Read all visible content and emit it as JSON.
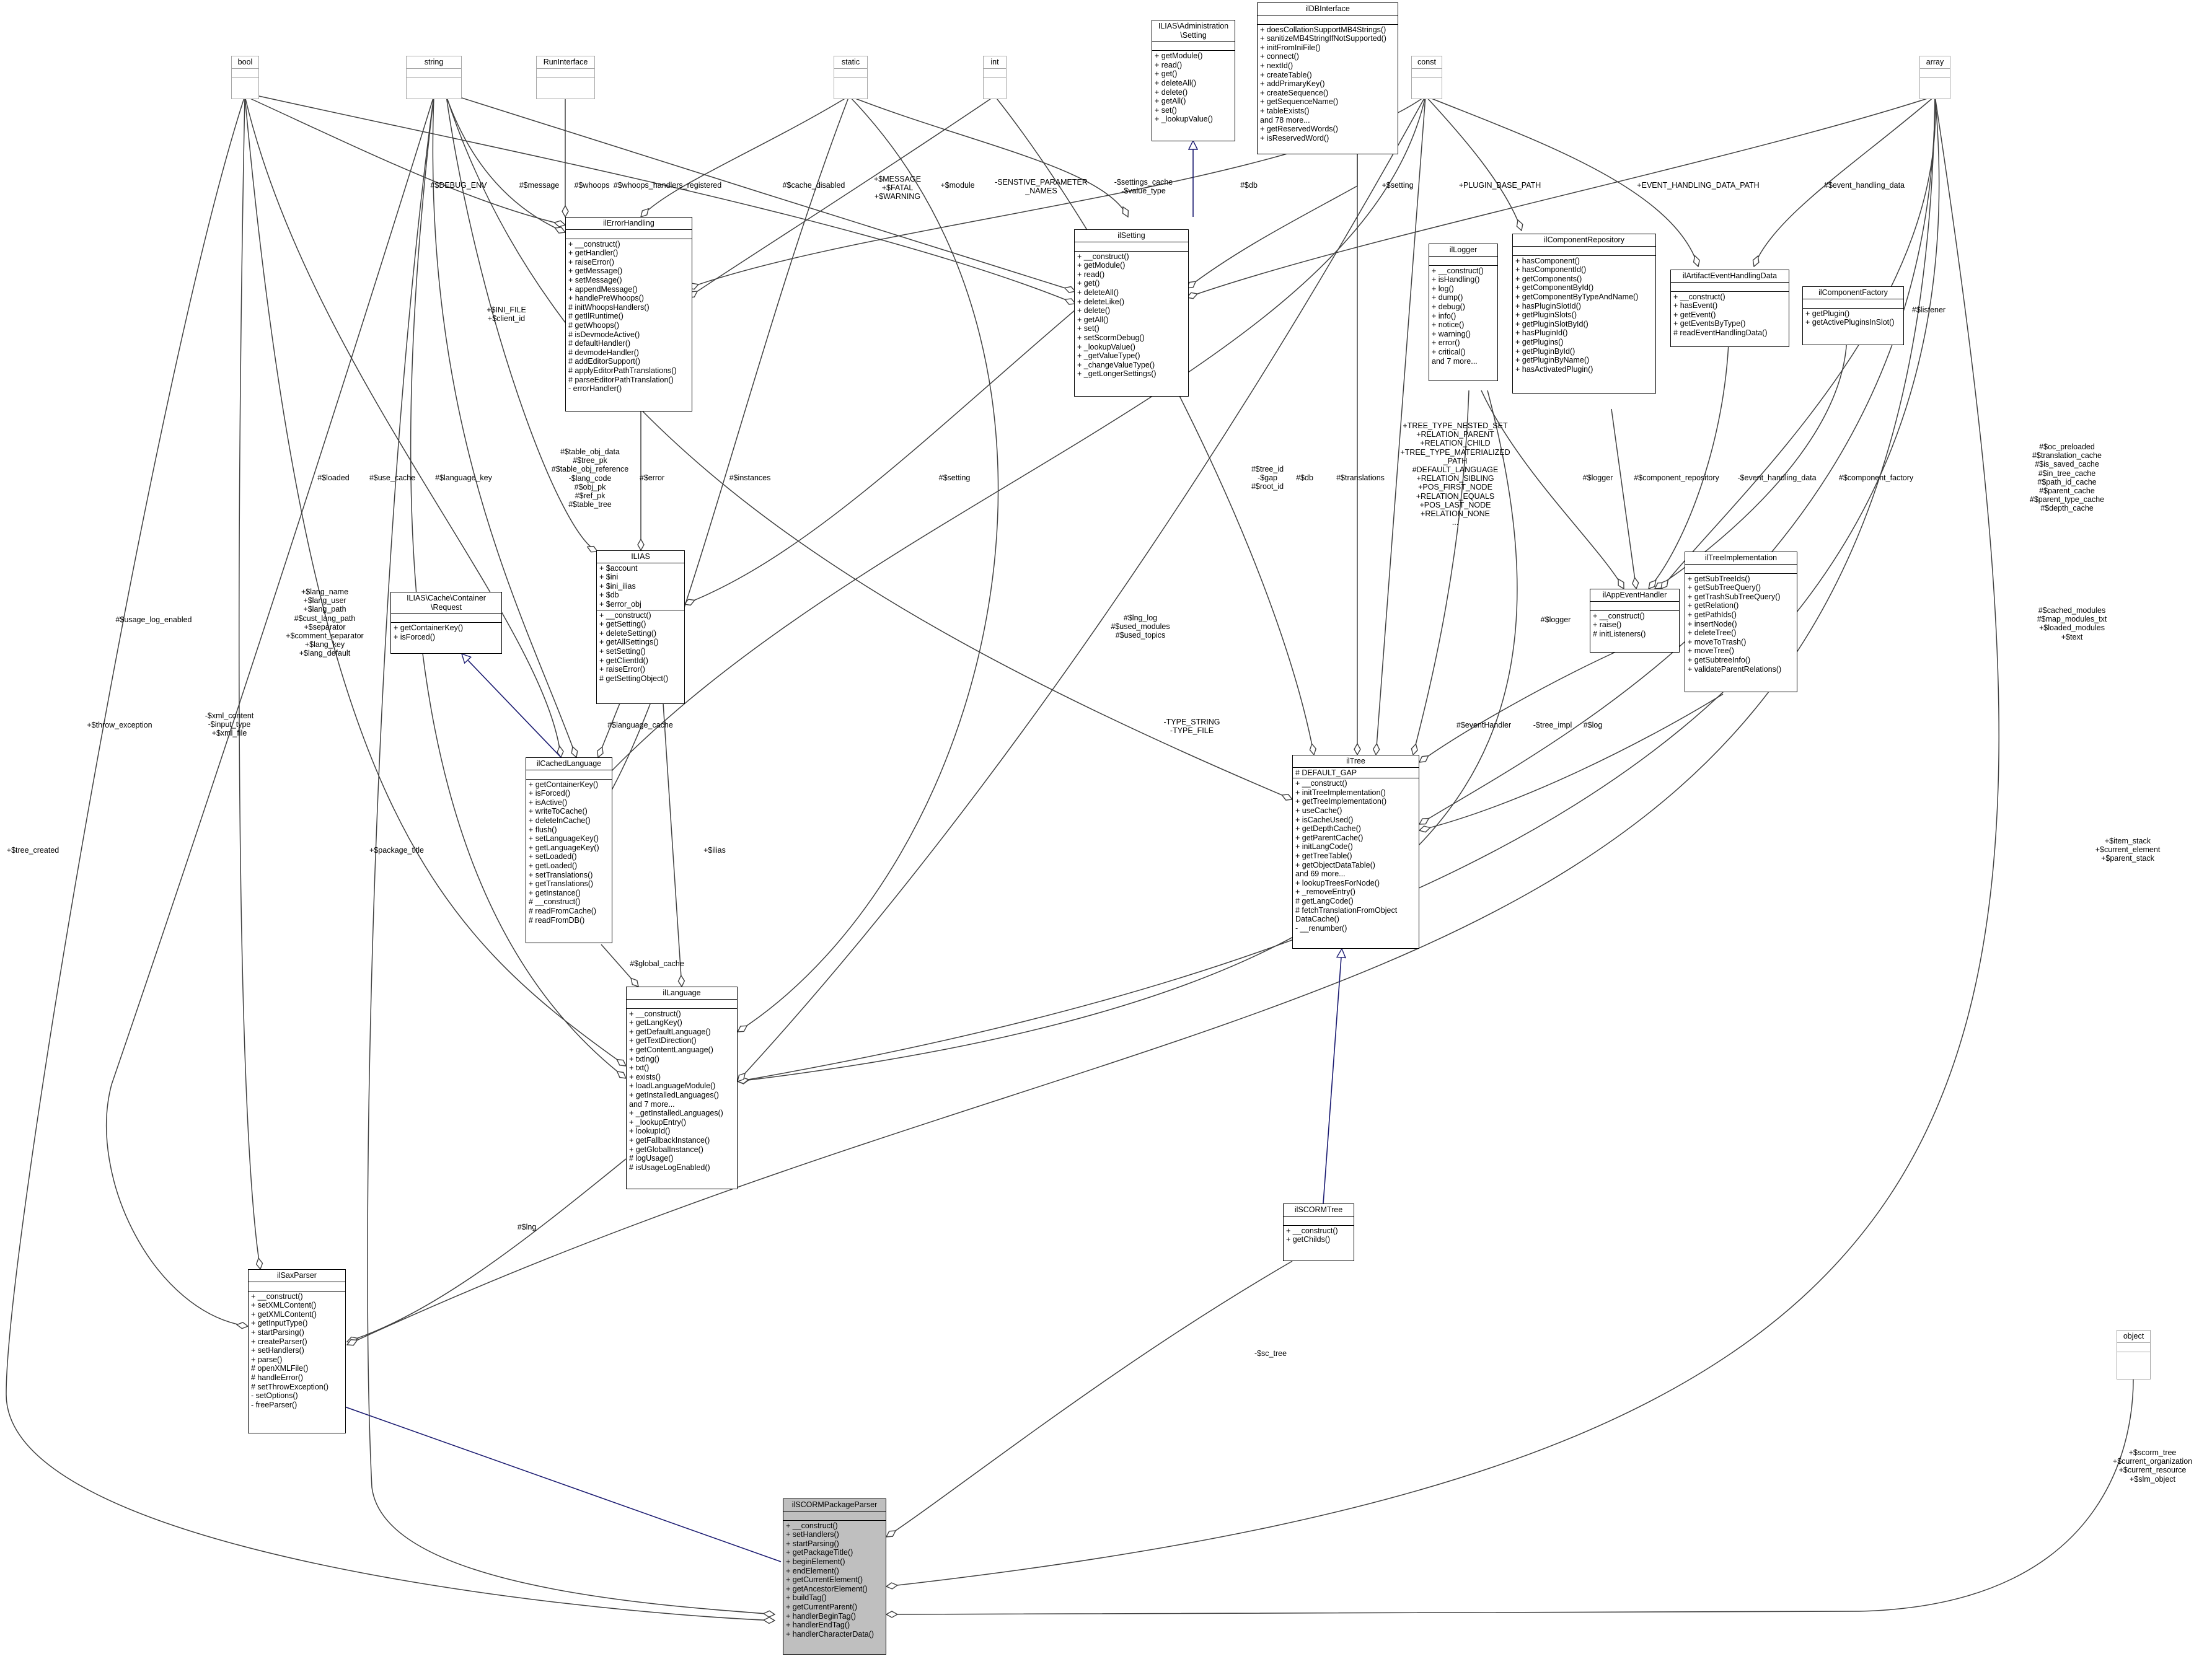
{
  "classes": {
    "bool": {
      "title": "bool",
      "attrs": "",
      "ops": ""
    },
    "string": {
      "title": "string",
      "attrs": "",
      "ops": ""
    },
    "runinterface": {
      "title": "RunInterface",
      "attrs": "",
      "ops": ""
    },
    "static": {
      "title": "static",
      "attrs": "",
      "ops": ""
    },
    "int": {
      "title": "int",
      "attrs": "",
      "ops": ""
    },
    "setting_iface": {
      "title": "ILIAS\\Administration\n\\Setting",
      "attrs": "",
      "ops": "+ getModule()\n+ read()\n+ get()\n+ deleteAll()\n+ delete()\n+ getAll()\n+ set()\n+ _lookupValue()"
    },
    "dbinterface": {
      "title": "ilDBInterface",
      "attrs": "",
      "ops": "+ doesCollationSupportMB4Strings()\n+ sanitizeMB4StringIfNotSupported()\n+ initFromIniFile()\n+ connect()\n+ nextId()\n+ createTable()\n+ addPrimaryKey()\n+ createSequence()\n+ getSequenceName()\n+ tableExists()\nand 78 more...\n+ getReservedWords()\n+ isReservedWord()"
    },
    "const": {
      "title": "const",
      "attrs": "",
      "ops": ""
    },
    "array": {
      "title": "array",
      "attrs": "",
      "ops": ""
    },
    "errorhandling": {
      "title": "ilErrorHandling",
      "attrs": "",
      "ops": "+ __construct()\n+ getHandler()\n+ raiseError()\n+ getMessage()\n+ setMessage()\n+ appendMessage()\n+ handlePreWhoops()\n# initWhoopsHandlers()\n# getIlRuntime()\n# getWhoops()\n# isDevmodeActive()\n# defaultHandler()\n# devmodeHandler()\n# addEditorSupport()\n# applyEditorPathTranslations()\n# parseEditorPathTranslation()\n- errorHandler()"
    },
    "ilsetting": {
      "title": "ilSetting",
      "attrs": "",
      "ops": "+ __construct()\n+ getModule()\n+ read()\n+ get()\n+ deleteAll()\n+ deleteLike()\n+ delete()\n+ getAll()\n+ set()\n+ setScormDebug()\n+ _lookupValue()\n+ _getValueType()\n+ _changeValueType()\n+ _getLongerSettings()"
    },
    "illogger": {
      "title": "ilLogger",
      "attrs": "",
      "ops": "+ __construct()\n+ isHandling()\n+ log()\n+ dump()\n+ debug()\n+ info()\n+ notice()\n+ warning()\n+ error()\n+ critical()\nand 7 more..."
    },
    "comprepo": {
      "title": "ilComponentRepository",
      "attrs": "",
      "ops": "+ hasComponent()\n+ hasComponentId()\n+ getComponents()\n+ getComponentById()\n+ getComponentByTypeAndName()\n+ hasPluginSlotId()\n+ getPluginSlots()\n+ getPluginSlotById()\n+ hasPluginId()\n+ getPlugins()\n+ getPluginById()\n+ getPluginByName()\n+ hasActivatedPlugin()"
    },
    "artifact": {
      "title": "ilArtifactEventHandlingData",
      "attrs": "",
      "ops": "+ __construct()\n+ hasEvent()\n+ getEvent()\n+ getEventsByType()\n# readEventHandlingData()"
    },
    "compfactory": {
      "title": "ilComponentFactory",
      "attrs": "",
      "ops": "+ getPlugin()\n+ getActivePluginsInSlot()"
    },
    "ilias": {
      "title": "ILIAS",
      "attrs": "+ $account\n+ $ini\n+ $ini_ilias\n+ $db\n+ $error_obj",
      "ops": "+ __construct()\n+ getSetting()\n+ deleteSetting()\n+ getAllSettings()\n+ setSetting()\n+ getClientId()\n+ raiseError()\n# getSettingObject()"
    },
    "cachereq": {
      "title": "ILIAS\\Cache\\Container\n\\Request",
      "attrs": "",
      "ops": "+ getContainerKey()\n+ isForced()"
    },
    "appevent": {
      "title": "ilAppEventHandler",
      "attrs": "",
      "ops": "+ __construct()\n+ raise()\n# initListeners()"
    },
    "treeimpl": {
      "title": "ilTreeImplementation",
      "attrs": "",
      "ops": "+ getSubTreeIds()\n+ getSubTreeQuery()\n+ getTrashSubTreeQuery()\n+ getRelation()\n+ getPathIds()\n+ insertNode()\n+ deleteTree()\n+ moveToTrash()\n+ moveTree()\n+ getSubtreeInfo()\n+ validateParentRelations()"
    },
    "cachedlang": {
      "title": "ilCachedLanguage",
      "attrs": "",
      "ops": "+ getContainerKey()\n+ isForced()\n+ isActive()\n+ writeToCache()\n+ deleteInCache()\n+ flush()\n+ setLanguageKey()\n+ getLanguageKey()\n+ setLoaded()\n+ getLoaded()\n+ setTranslations()\n+ getTranslations()\n+ getInstance()\n# __construct()\n# readFromCache()\n# readFromDB()"
    },
    "iltree": {
      "title": "ilTree",
      "attrs": "# DEFAULT_GAP",
      "ops": "+ __construct()\n+ initTreeImplementation()\n+ getTreeImplementation()\n+ useCache()\n+ isCacheUsed()\n+ getDepthCache()\n+ getParentCache()\n+ initLangCode()\n+ getTreeTable()\n+ getObjectDataTable()\nand 69 more...\n+ lookupTreesForNode()\n+ _removeEntry()\n# getLangCode()\n# fetchTranslationFromObject\nDataCache()\n- __renumber()"
    },
    "illanguage": {
      "title": "ilLanguage",
      "attrs": "",
      "ops": "+ __construct()\n+ getLangKey()\n+ getDefaultLanguage()\n+ getTextDirection()\n+ getContentLanguage()\n+ txtlng()\n+ txt()\n+ exists()\n+ loadLanguageModule()\n+ getInstalledLanguages()\nand 7 more...\n+ _getInstalledLanguages()\n+ _lookupEntry()\n+ lookupId()\n+ getFallbackInstance()\n+ getGlobalInstance()\n# logUsage()\n# isUsageLogEnabled()"
    },
    "scormtree": {
      "title": "ilSCORMTree",
      "attrs": "",
      "ops": "+ __construct()\n+ getChilds()"
    },
    "saxparser": {
      "title": "ilSaxParser",
      "attrs": "",
      "ops": "+ __construct()\n+ setXMLContent()\n+ getXMLContent()\n+ getInputType()\n+ startParsing()\n+ createParser()\n+ setHandlers()\n+ parse()\n# openXMLFile()\n# handleError()\n# setThrowException()\n- setOptions()\n- freeParser()"
    },
    "object": {
      "title": "object",
      "attrs": "",
      "ops": ""
    },
    "packageparser": {
      "title": "ilSCORMPackageParser",
      "attrs": "",
      "ops": "+ __construct()\n+ setHandlers()\n+ startParsing()\n+ getPackageTitle()\n+ beginElement()\n+ endElement()\n+ getCurrentElement()\n+ getAncestorElement()\n+ buildTag()\n+ getCurrentParent()\n+ handlerBeginTag()\n+ handlerEndTag()\n+ handlerCharacterData()"
    }
  },
  "labels": {
    "debug_env": "#$DEBUG_ENV",
    "message": "#$message",
    "whoops": "#$whoops",
    "whoops_reg": "#$whoops_handlers_registered",
    "cache_disabled": "#$cache_disabled",
    "msg_fatal": "+$MESSAGE\n+$FATAL\n+$WARNING",
    "module": "+$module",
    "sensitive": "-SENSTIVE_PARAMETER\n_NAMES",
    "settings_cache": "-$settings_cache\n-$value_type",
    "db_setting": "#$db",
    "setting_plus": "+$setting",
    "plugin_base": "+PLUGIN_BASE_PATH",
    "event_path": "+EVENT_HANDLING_DATA_PATH",
    "event_data": "#$event_handling_data",
    "ini_file": "+$INI_FILE\n+$client_id",
    "table_obj": "#$table_obj_data\n#$tree_pk\n#$table_obj_reference\n-$lang_code\n#$obj_pk\n#$ref_pk\n#$table_tree",
    "error": "#$error",
    "instances": "#$instances",
    "setting_hash": "#$setting",
    "tree_id": "#$tree_id\n-$gap\n#$root_id",
    "db_tree": "#$db",
    "translations": "#$translations",
    "tree_consts": "+TREE_TYPE_NESTED_SET\n+RELATION_PARENT\n+RELATION_CHILD\n+TREE_TYPE_MATERIALIZED\n_PATH\n#DEFAULT_LANGUAGE\n+RELATION_SIBLING\n+POS_FIRST_NODE\n+RELATION_EQUALS\n+POS_LAST_NODE\n+RELATION_NONE\n...",
    "logger_app": "#$logger",
    "comp_repo": "#$component_repository",
    "event_handling": "-$event_handling_data",
    "comp_factory": "#$component_factory",
    "listener": "#$listener",
    "oc_preloaded": "#$oc_preloaded\n#$translation_cache\n#$is_saved_cache\n#$in_tree_cache\n#$path_id_cache\n#$parent_cache\n#$parent_type_cache\n#$depth_cache",
    "loaded": "#$loaded",
    "use_cache": "#$use_cache",
    "language_key": "#$language_key",
    "lang_name": "+$lang_name\n+$lang_user\n+$lang_path\n#$cust_lang_path\n+$separator\n+$comment_separator\n+$lang_key\n+$lang_default",
    "usage_log": "#$usage_log_enabled",
    "lng_log": "#$lng_log\n#$used_modules\n#$used_topics",
    "logger_tree": "#$logger",
    "event_handler": "#$eventHandler",
    "tree_impl": "-$tree_impl",
    "log": "#$log",
    "cached_modules": "#$cached_modules\n#$map_modules_txt\n+$loaded_modules\n+$text",
    "language_cache": "#$language_cache",
    "type_string": "-TYPE_STRING\n-TYPE_FILE",
    "xml_content": "-$xml_content\n-$input_type\n+$xml_file",
    "throw_exception": "+$throw_exception",
    "tree_created": "+$tree_created",
    "package_title": "+$package_title",
    "ilias_plus": "+$ilias",
    "global_cache": "#$global_cache",
    "lng": "#$lng",
    "sc_tree": "-$sc_tree",
    "item_stack": "+$item_stack\n+$current_element\n+$parent_stack",
    "scorm_tree": "+$scorm_tree\n+$current_organization\n+$current_resource\n+$slm_object"
  }
}
